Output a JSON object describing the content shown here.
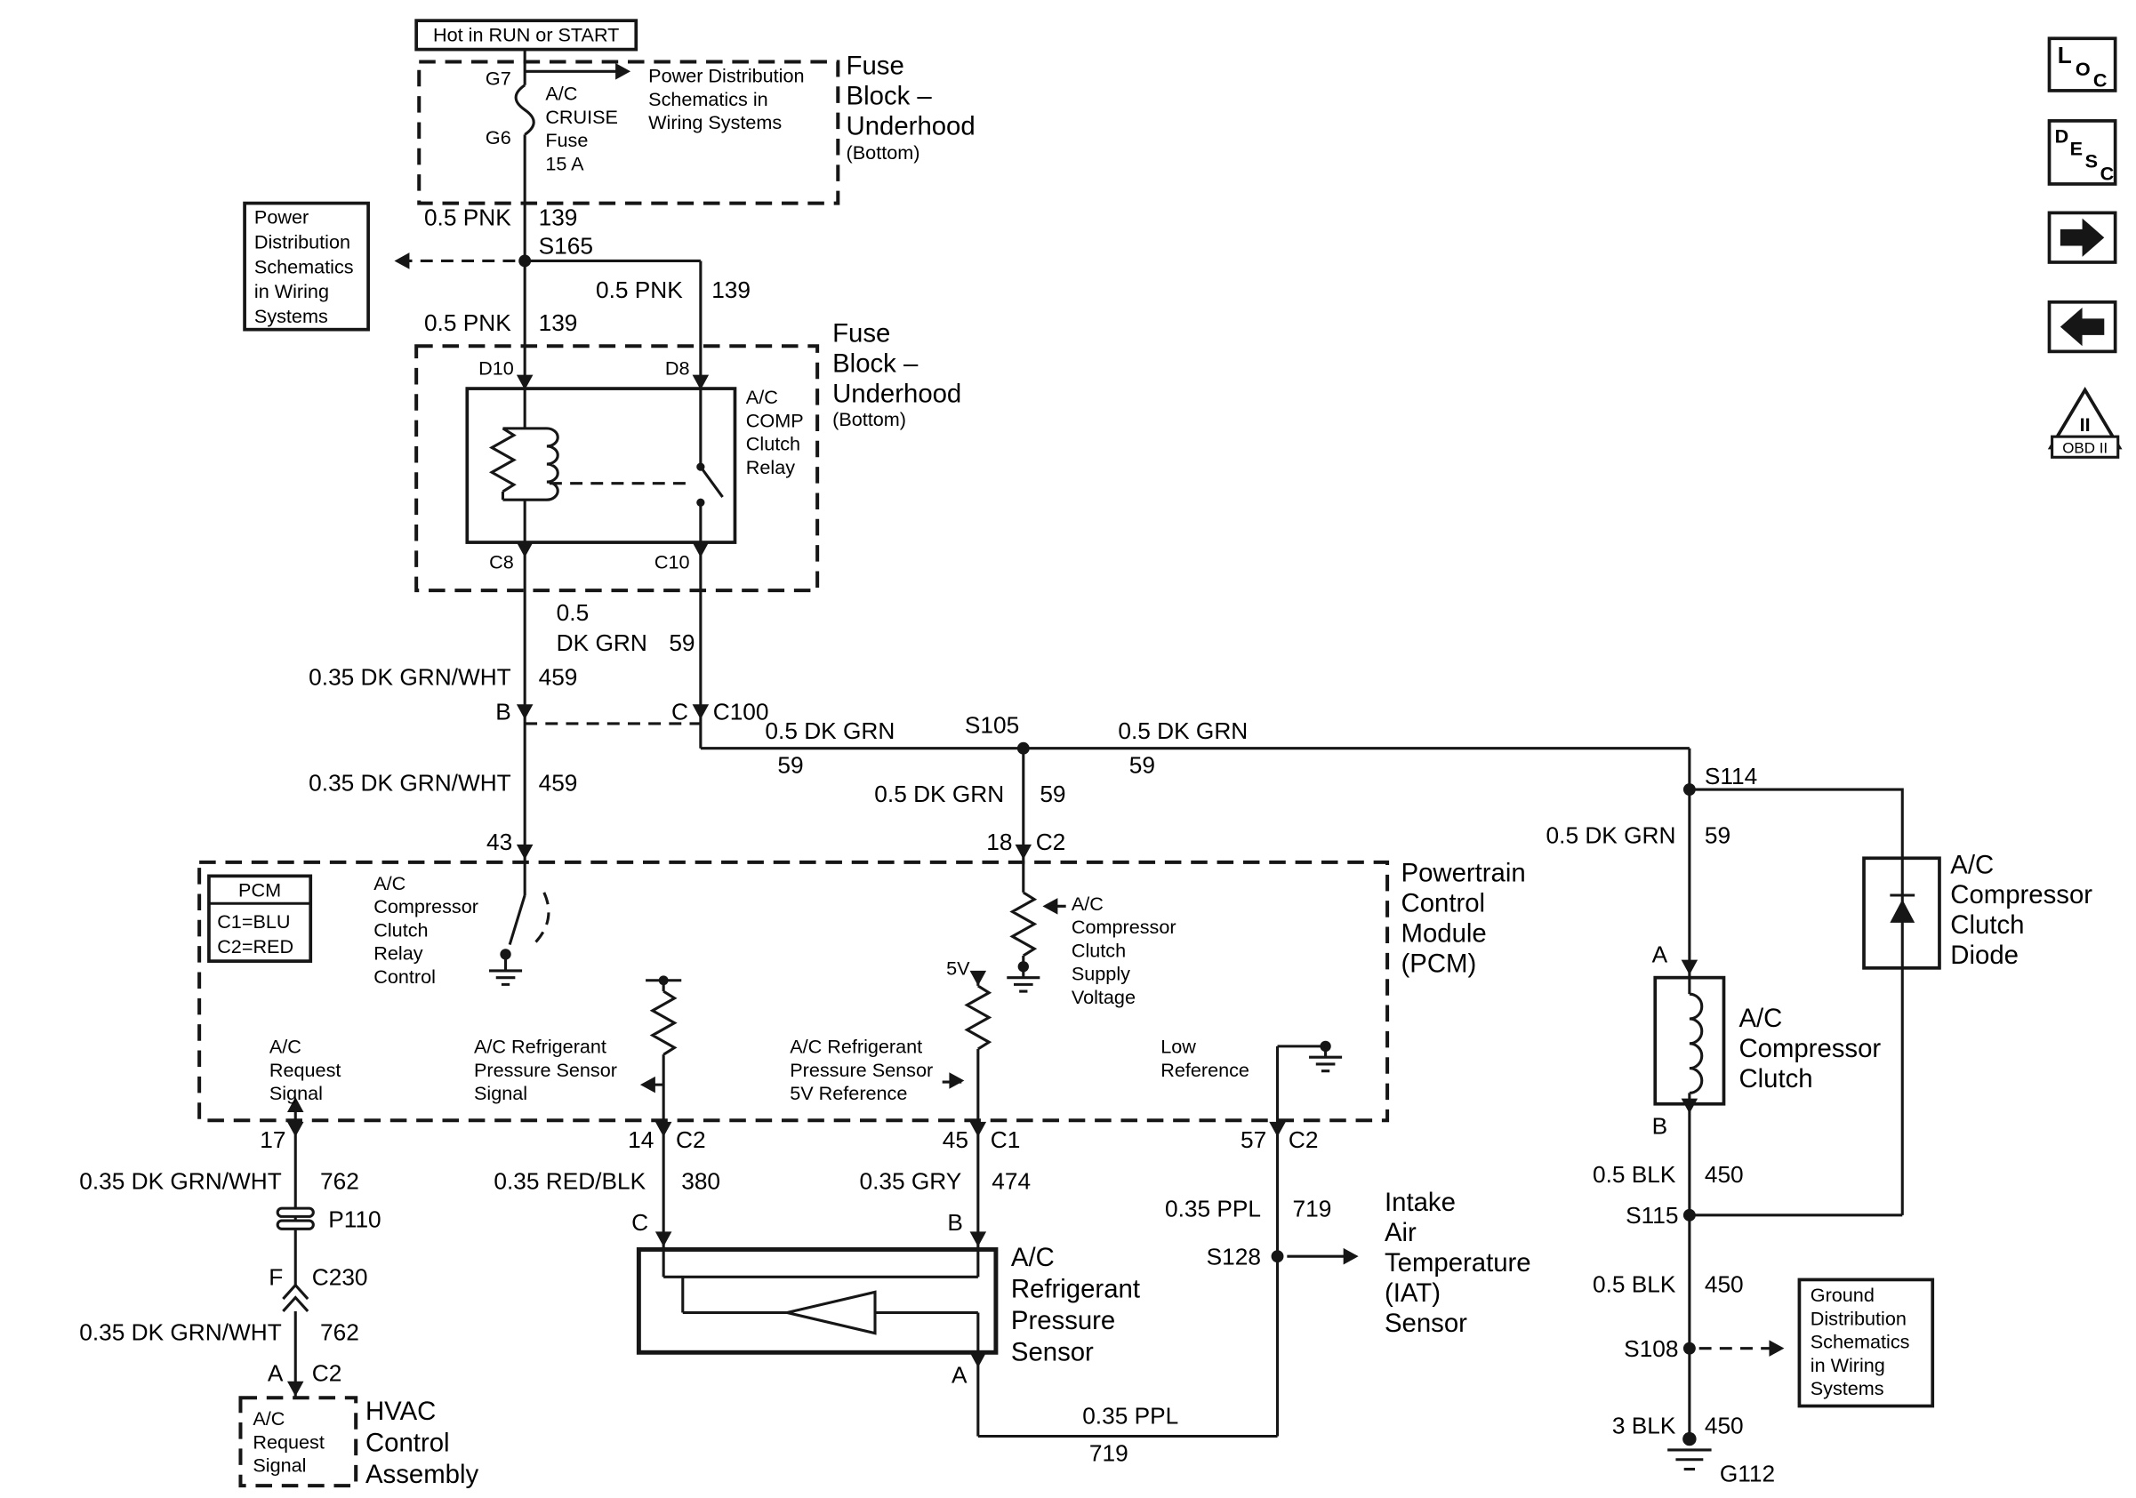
{
  "header": {
    "hot": "Hot in RUN or START"
  },
  "refs": {
    "pd_inline": [
      "Power Distribution",
      "Schematics in",
      "Wiring Systems"
    ],
    "pd_box": [
      "Power",
      "Distribution",
      "Schematics",
      "in Wiring",
      "Systems"
    ],
    "gnd_box": [
      "Ground",
      "Distribution",
      "Schematics",
      "in Wiring",
      "Systems"
    ]
  },
  "fuse_top": {
    "g7": "G7",
    "g6": "G6",
    "fuse": [
      "A/C",
      "CRUISE",
      "Fuse",
      "15 A"
    ],
    "name": [
      "Fuse",
      "Block –",
      "Underhood"
    ],
    "sub": "(Bottom)"
  },
  "relay_blk": {
    "d10": "D10",
    "d8": "D8",
    "c8": "C8",
    "c10": "C10",
    "relay": [
      "A/C",
      "COMP",
      "Clutch",
      "Relay"
    ],
    "name": [
      "Fuse",
      "Block –",
      "Underhood"
    ],
    "sub": "(Bottom)"
  },
  "splices": {
    "s165": "S165",
    "s105": "S105",
    "s114": "S114",
    "s115": "S115",
    "s108": "S108",
    "s128": "S128",
    "g112": "G112"
  },
  "conn": {
    "c100": "C100",
    "b": "B",
    "c": "C",
    "p110": "P110",
    "f": "F",
    "c230": "C230",
    "a": "A",
    "c2": "C2"
  },
  "w": {
    "pnk_a": [
      "0.5 PNK",
      "139"
    ],
    "pnk_b": [
      "0.5 PNK",
      "139"
    ],
    "pnk_c": [
      "0.5 PNK",
      "139"
    ],
    "grn_c10": [
      "0.5",
      "DK GRN",
      "59"
    ],
    "grnwht_a": [
      "0.35 DK GRN/WHT",
      "459"
    ],
    "grnwht_b": [
      "0.35 DK GRN/WHT",
      "459"
    ],
    "grn_h1": [
      "0.5 DK GRN",
      "59"
    ],
    "grn_h2": [
      "0.5 DK GRN",
      "59"
    ],
    "grn_18": [
      "0.5 DK GRN",
      "59"
    ],
    "grn_114": [
      "0.5 DK GRN",
      "59"
    ],
    "grnwht_c": [
      "0.35 DK GRN/WHT",
      "762"
    ],
    "grnwht_d": [
      "0.35 DK GRN/WHT",
      "762"
    ],
    "redblk": [
      "0.35 RED/BLK",
      "380"
    ],
    "gry": [
      "0.35 GRY",
      "474"
    ],
    "ppl_a": [
      "0.35 PPL",
      "719"
    ],
    "ppl_b": [
      "0.35 PPL",
      "719"
    ],
    "blk_a": [
      "0.5 BLK",
      "450"
    ],
    "blk_b": [
      "0.5 BLK",
      "450"
    ],
    "blk_c": [
      "3 BLK",
      "450"
    ]
  },
  "pcm": {
    "tag": [
      "PCM",
      "C1=BLU",
      "C2=RED"
    ],
    "relay_ctrl": [
      "A/C",
      "Compressor",
      "Clutch",
      "Relay",
      "Control"
    ],
    "supply": [
      "A/C",
      "Compressor",
      "Clutch",
      "Supply",
      "Voltage"
    ],
    "v5": "5V",
    "sig": [
      "A/C Refrigerant",
      "Pressure Sensor",
      "Signal"
    ],
    "ref5": [
      "A/C Refrigerant",
      "Pressure Sensor",
      "5V Reference"
    ],
    "low": [
      "Low",
      "Reference"
    ],
    "req": [
      "A/C",
      "Request",
      "Signal"
    ],
    "name": [
      "Powertrain",
      "Control",
      "Module",
      "(PCM)"
    ],
    "p43": "43",
    "p18": "18",
    "p18c": "C2",
    "p17": "17",
    "p14": "14",
    "p14c": "C2",
    "p45": "45",
    "p45c": "C1",
    "p57": "57",
    "p57c": "C2"
  },
  "diode": [
    "A/C",
    "Compressor",
    "Clutch",
    "Diode"
  ],
  "clutch": {
    "a": "A",
    "b": "B",
    "name": [
      "A/C",
      "Compressor",
      "Clutch"
    ]
  },
  "sensor": {
    "c": "C",
    "b": "B",
    "a": "A",
    "name": [
      "A/C",
      "Refrigerant",
      "Pressure",
      "Sensor"
    ]
  },
  "iat": [
    "Intake",
    "Air",
    "Temperature",
    "(IAT)",
    "Sensor"
  ],
  "hvac": {
    "req": [
      "A/C",
      "Request",
      "Signal"
    ],
    "name": [
      "HVAC",
      "Control",
      "Assembly"
    ]
  },
  "corner": {
    "loc": [
      "L",
      "O",
      "C"
    ],
    "desc": [
      "D",
      "E",
      "S",
      "C"
    ],
    "obd_num": "II",
    "obd": "OBD II"
  }
}
